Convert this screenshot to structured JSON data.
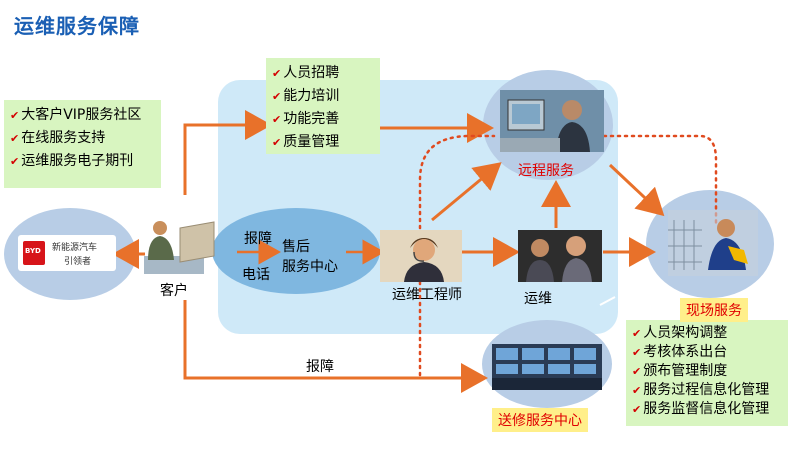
{
  "title": "运维服务保障",
  "box_left": {
    "items": [
      "大客户VIP服务社区",
      "在线服务支持",
      "运维服务电子期刊"
    ]
  },
  "box_top": {
    "items": [
      "人员招聘",
      "能力培训",
      "功能完善",
      "质量管理"
    ]
  },
  "box_bottom_right": {
    "items": [
      "人员架构调整",
      "考核体系出台",
      "颁布管理制度",
      "服务过程信息化管理",
      "服务监督信息化管理"
    ]
  },
  "logo": {
    "brand_cn": "新能源汽车",
    "brand_cn2": "引领者",
    "brand_en": "BYD"
  },
  "labels": {
    "customer": "客户",
    "report_phone_1": "报障",
    "report_phone_2": "电话",
    "aftersales_1": "售后",
    "aftersales_2": "服务中心",
    "ops_engineer": "运维工程师",
    "ops": "运维",
    "remote_service": "远程服务",
    "field_service": "现场服务",
    "repair_center": "送修服务中心",
    "report_bottom": "报障"
  },
  "colors": {
    "title": "#1a5fb4",
    "arrow": "#e8712a",
    "dotted": "#e04a1f",
    "panel": "#cfe9f8",
    "green_box": "#d8f5c0",
    "ellipse": "#b8cde6",
    "tag_yellow": "#ffef8a"
  }
}
